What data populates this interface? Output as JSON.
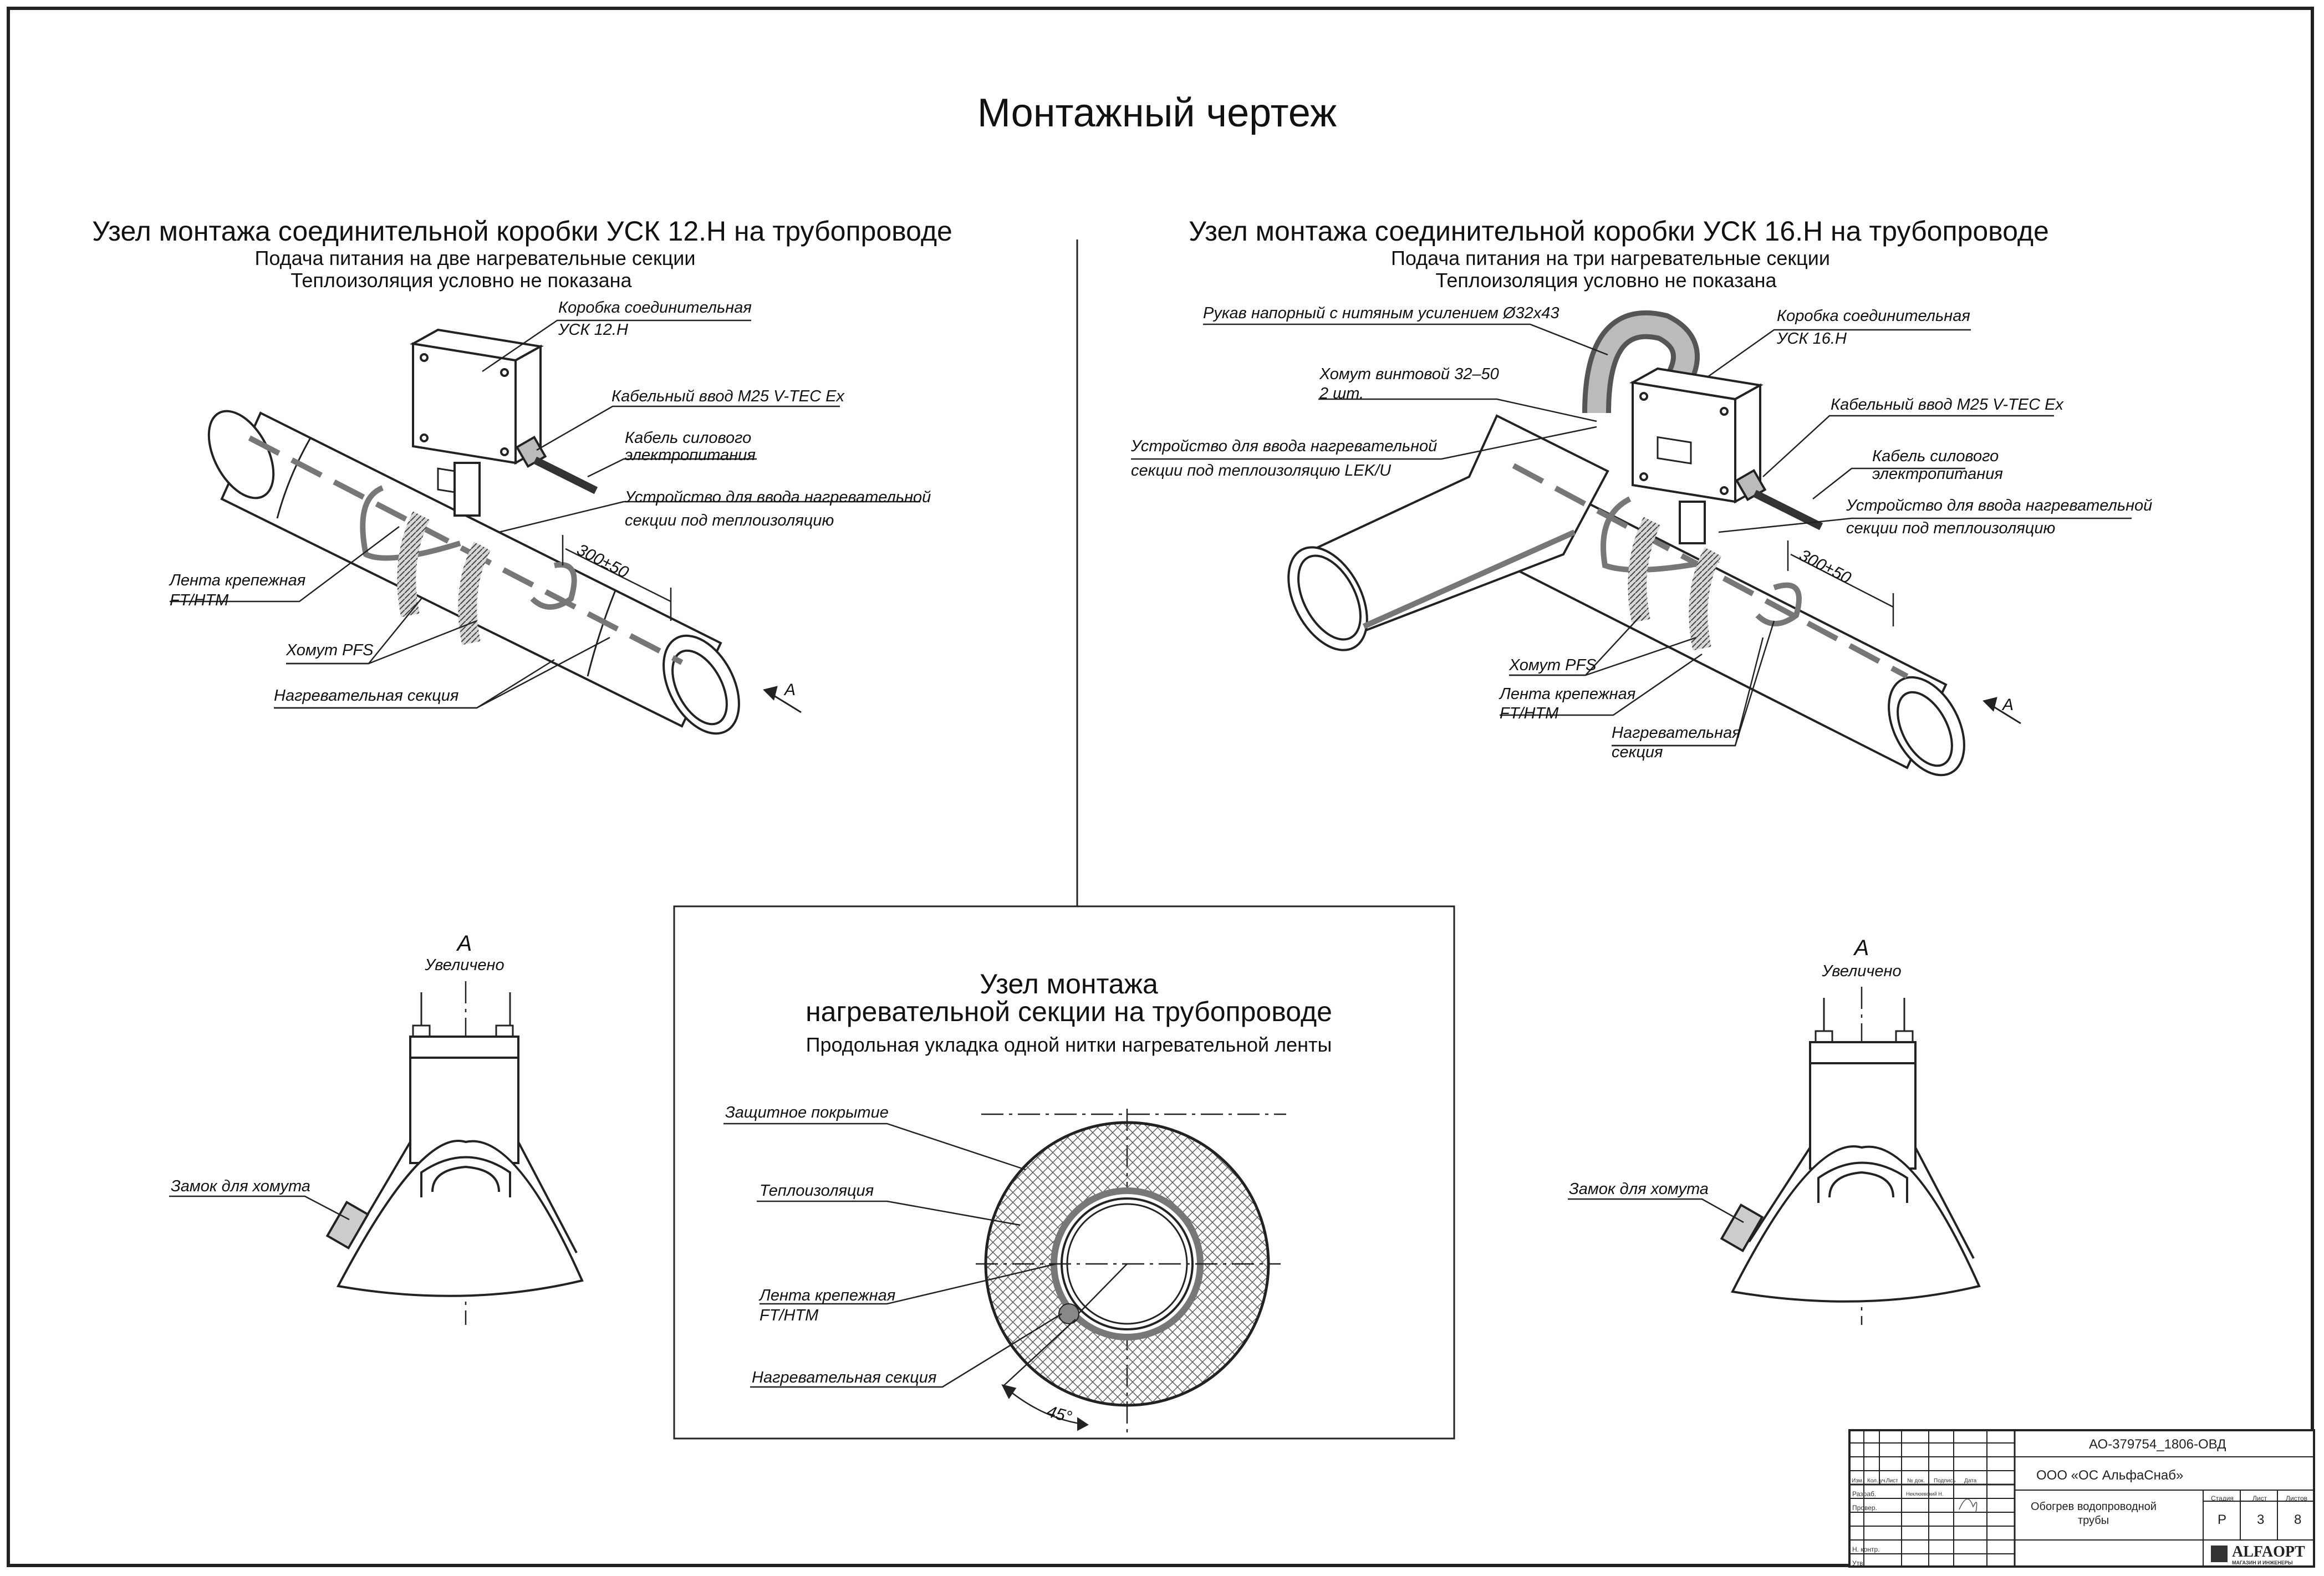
{
  "title": "Монтажный чертеж",
  "left": {
    "title": "Узел монтажа соединительной коробки УСК 12.Н на трубопроводе",
    "sub1": "Подача питания на две нагревательные секции",
    "sub2": "Теплоизоляция условно не показана",
    "labels": {
      "box_l1": "Коробка соединительная",
      "box_l2": "УСК 12.Н",
      "gland": "Кабельный ввод М25 V-TEC Ex",
      "cable_l1": "Кабель силового",
      "cable_l2": "электропитания",
      "device_l1": "Устройство для ввода нагревательной",
      "device_l2": "секции под теплоизоляцию",
      "tape_l1": "Лента крепежная",
      "tape_l2": "FT/HTM",
      "clamp": "Хомут PFS",
      "heater": "Нагревательная секция",
      "dim": "300±50",
      "view": "А"
    }
  },
  "right": {
    "title": "Узел монтажа соединительной коробки УСК 16.Н на трубопроводе",
    "sub1": "Подача питания на три нагревательные секции",
    "sub2": "Теплоизоляция условно не показана",
    "labels": {
      "hose": "Рукав напорный с нитяным усилением Ø32х43",
      "screw_l1": "Хомут винтовой 32–50",
      "screw_l2": "2 шт.",
      "device_l1": "Устройство для ввода нагревательной",
      "device_l2": "секции под теплоизоляцию LEK/U",
      "box_l1": "Коробка соединительная",
      "box_l2": "УСК 16.Н",
      "gland": "Кабельный ввод М25 V-TEC Ex",
      "cable_l1": "Кабель силового",
      "cable_l2": "электропитания",
      "device2_l1": "Устройство для ввода нагревательной",
      "device2_l2": "секции под теплоизоляцию",
      "clamp": "Хомут PFS",
      "tape_l1": "Лента крепежная",
      "tape_l2": "FT/HTM",
      "heater_l1": "Нагревательная",
      "heater_l2": "секция",
      "dim": "300±50",
      "view": "А"
    }
  },
  "detailLeft": {
    "view": "А",
    "zoom": "Увеличено",
    "lock": "Замок для хомута"
  },
  "detailRight": {
    "view": "А",
    "zoom": "Увеличено",
    "lock": "Замок для хомута"
  },
  "center": {
    "title1": "Узел монтажа",
    "title2": "нагревательной секции на трубопроводе",
    "sub": "Продольная укладка одной нитки нагревательной ленты",
    "labels": {
      "cover": "Защитное покрытие",
      "insulation": "Теплоизоляция",
      "tape_l1": "Лента крепежная",
      "tape_l2": "FT/HTM",
      "heater": "Нагревательная секция",
      "angle": "45°"
    }
  },
  "titleblock": {
    "code": "АО-379754_1806-ОВД",
    "org": "ООО «ОС АльфаСнаб»",
    "name_l1": "Обогрев водопроводной",
    "name_l2": "трубы",
    "h_stage": "Стадия",
    "h_sheet": "Лист",
    "h_sheets": "Листов",
    "stage": "Р",
    "sheet": "3",
    "sheets": "8",
    "col_izm": "Изм.",
    "col_koluch": "Кол. уч.",
    "col_list": "Лист",
    "col_ndok": "№ док.",
    "col_podp": "Подпись",
    "col_data": "Дата",
    "row_razrab": "Разраб.",
    "row_prover": "Провер.",
    "row_nkontr": "Н. контр.",
    "row_utv": "Утв.",
    "author": "Неклюевский Н.",
    "logo": "ALFAOPT",
    "logo_sub": "МАГАЗИН И ИНЖЕНЕРЫ"
  }
}
